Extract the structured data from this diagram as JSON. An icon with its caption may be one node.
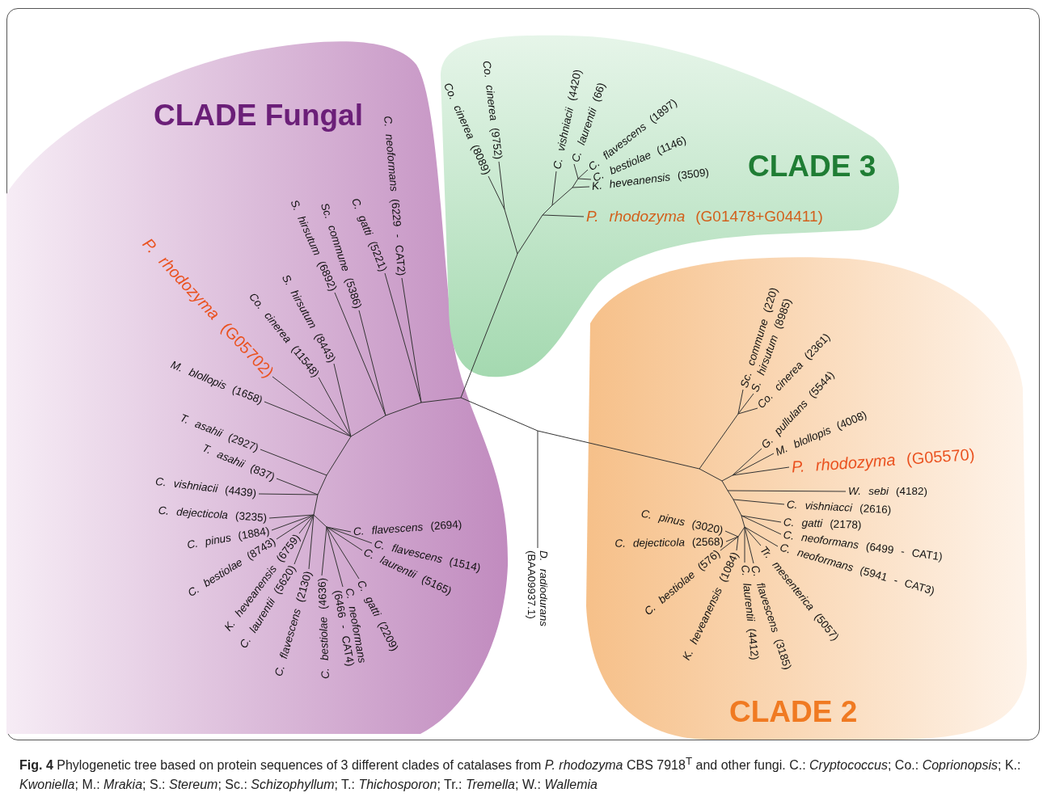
{
  "diagram": {
    "caption": "**Fig. 4** Phylogenetic tree based on protein sequences of 3 different clades of catalases from *P. rhodozyma* CBS 7918$^{T}$ and other fungi. C.: *Cryptococcus*; Co.: *Coprionopsis*; K.: *Kwoniella*; M.: *Mrakia*; S.: *Stereum*; Sc.: *Schizophyllum*; T.: *Thichosporon*; Tr.: *Tremella*; W.: *Wallemia*",
    "nodes": [
      {
        "text": [
          "CLADE Fungal"
        ]
      },
      {
        "text": [
          "*C. neoformans* (6229 - CAT2)"
        ],
        "in": 0
      },
      {
        "text": [
          "*C. gatti* (5221)"
        ],
        "in": 0
      },
      {
        "text": [
          "*Sc. commune* (5386)"
        ],
        "in": 0
      },
      {
        "text": [
          "*S. hirsutum* (6892)"
        ],
        "in": 0
      },
      {
        "text": [
          "*S. hirsutum* (8443)"
        ],
        "in": 0
      },
      {
        "text": [
          "*Co. cinerea* (11548)"
        ],
        "in": 0
      },
      {
        "text": [
          "*P. rhodozyma* (G05702)"
        ],
        "in": 0
      },
      {
        "text": [
          "*M. blollopis* (1658)"
        ],
        "in": 0
      },
      {
        "text": [
          "*T. asahii* (2927)"
        ],
        "in": 0
      },
      {
        "text": [
          "*T. asahii* (837)"
        ],
        "in": 0
      },
      {
        "text": [
          "*C. vishniacii* (4439)"
        ],
        "in": 0
      },
      {
        "text": [
          "*C. dejecticola* (3235)"
        ],
        "in": 0
      },
      {
        "text": [
          "*C. pinus* (1884)"
        ],
        "in": 0
      },
      {
        "text": [
          "*C. bestiolae* (8743)"
        ],
        "in": 0
      },
      {
        "text": [
          "*K. heveanensis* (6759)"
        ],
        "in": 0
      },
      {
        "text": [
          "*C. laurentii* (5620)"
        ],
        "in": 0
      },
      {
        "text": [
          "*C. flavescens* (2130)"
        ],
        "in": 0
      },
      {
        "text": [
          "*C. bestiolae* (4636)"
        ],
        "in": 0
      },
      {
        "text": [
          "*C. neoformans* (6466 - CAT4)"
        ],
        "in": 0
      },
      {
        "text": [
          "*C. gatti* (2209)"
        ],
        "in": 0
      },
      {
        "text": [
          "*C. laurentii* (5165)"
        ],
        "in": 0
      },
      {
        "text": [
          "*C. flavescens* (1514)"
        ],
        "in": 0
      },
      {
        "text": [
          "*C. flavescens* (2694)"
        ],
        "in": 0
      },
      {
        "text": [
          "CLADE 3"
        ]
      },
      {
        "text": [
          "*Co. cinerea* (8089)"
        ],
        "in": 24
      },
      {
        "text": [
          "*Co. cinerea* (9752)"
        ],
        "in": 24
      },
      {
        "text": [
          "*C. vishniacii* (4420)"
        ],
        "in": 24
      },
      {
        "text": [
          "*C. laurentii* (66)"
        ],
        "in": 24
      },
      {
        "text": [
          "*C. flavescens* (1897)"
        ],
        "in": 24
      },
      {
        "text": [
          "*C. bestiolae* (1146)"
        ],
        "in": 24
      },
      {
        "text": [
          "*K. heveanensis* (3509)"
        ],
        "in": 24
      },
      {
        "text": [
          "*P. rhodozyma* (G01478+G04411)"
        ],
        "in": 24
      },
      {
        "text": [
          "CLADE 2"
        ]
      },
      {
        "text": [
          "*Sc. commune* (220)"
        ],
        "in": 33
      },
      {
        "text": [
          "*S. hirsutum* (8985)"
        ],
        "in": 33
      },
      {
        "text": [
          "*Co. cinerea* (2361)"
        ],
        "in": 33
      },
      {
        "text": [
          "*G. pullulans* (5544)"
        ],
        "in": 33
      },
      {
        "text": [
          "*M. blollopis* (4008)"
        ],
        "in": 33
      },
      {
        "text": [
          "*P. rhodozyma* (G05570)"
        ],
        "in": 33
      },
      {
        "text": [
          "*W. sebi* (4182)"
        ],
        "in": 33
      },
      {
        "text": [
          "*C. vishniacci* (2616)"
        ],
        "in": 33
      },
      {
        "text": [
          "*C. gatti* (2178)"
        ],
        "in": 33
      },
      {
        "text": [
          "*C. neoformans* (6499 - CAT1)"
        ],
        "in": 33
      },
      {
        "text": [
          "*C. neoformans* (5941 - CAT3)"
        ],
        "in": 33
      },
      {
        "text": [
          "*Tr. mesenterica* (5057)"
        ],
        "in": 33
      },
      {
        "text": [
          "*C. flavescens* (3185)"
        ],
        "in": 33
      },
      {
        "text": [
          "*C. laurentii* (4412)"
        ],
        "in": 33
      },
      {
        "text": [
          "*K. heveanensis* (1084)"
        ],
        "in": 33
      },
      {
        "text": [
          "*C. bestiolae* (576)"
        ],
        "in": 33
      },
      {
        "text": [
          "*C. dejecticola* (2568)"
        ],
        "in": 33
      },
      {
        "text": [
          "*C. pinus* (3020)"
        ],
        "in": 33
      },
      {
        "text": [
          "*D. radiodurans* (BAA09937.1)"
        ]
      }
    ]
  }
}
